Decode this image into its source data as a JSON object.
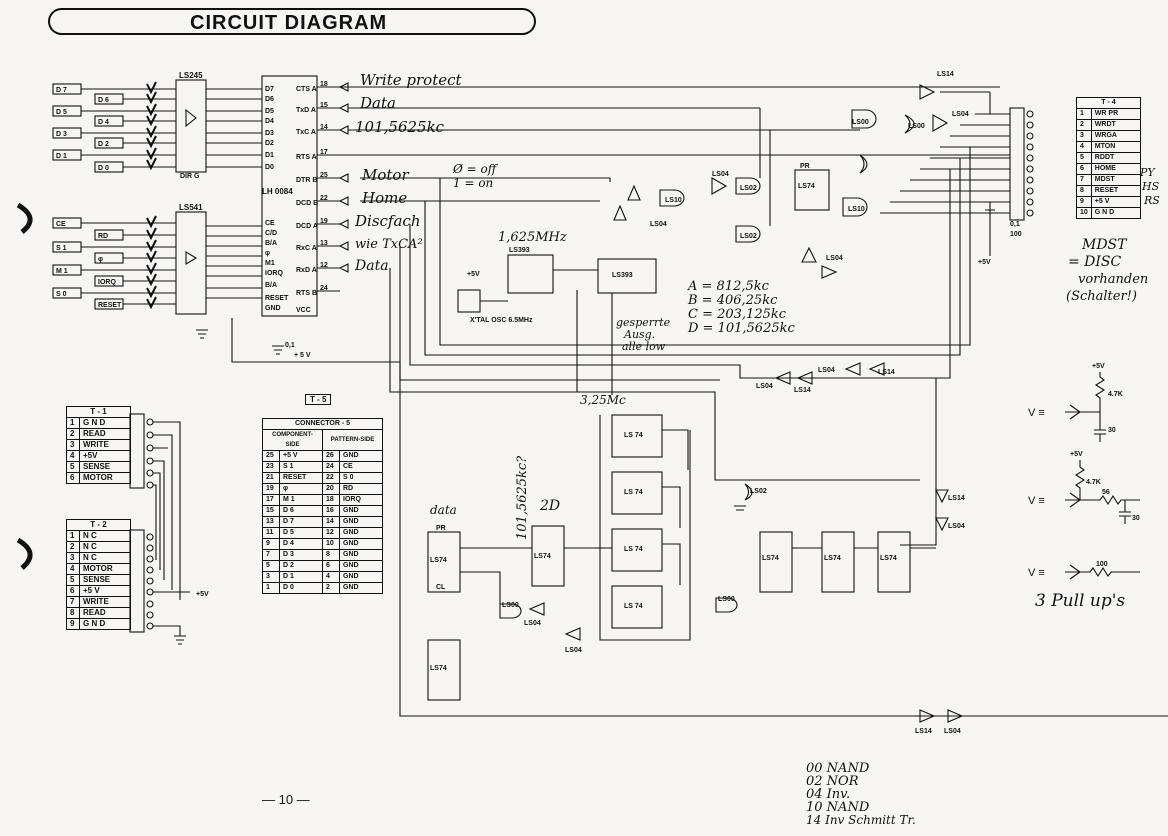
{
  "title": "CIRCUIT DIAGRAM",
  "page_number": "— 10 —",
  "input_signals": {
    "data_bus": [
      "D 7",
      "D 6",
      "D 5",
      "D 4",
      "D 3",
      "D 2",
      "D 1",
      "D 0"
    ],
    "control": [
      "CE",
      "RD",
      "S 1",
      "φ",
      "M 1",
      "IORQ",
      "S 0",
      "RESET"
    ]
  },
  "chips": {
    "ls245": "LS245",
    "ls245_dir": "DIR G",
    "ls541": "LS541",
    "main_ic": "LH 0084",
    "ls393_a": "LS393",
    "ls393_b": "LS393",
    "crystal": "X'TAL OSC 6.5MHz",
    "ls74": "LS 74",
    "ls74_top": "LS74",
    "flipflop_pr": "PR",
    "flipflop_cl": "CL",
    "ls00": "LS00",
    "ls02": "LS02",
    "ls04": "LS04",
    "ls10": "LS10",
    "ls14": "LS14"
  },
  "main_ic_pins_left": [
    "D7",
    "D6",
    "D5",
    "D4",
    "D3",
    "D2",
    "D1",
    "D0",
    "CE",
    "C/D",
    "B/A",
    "φ",
    "M1",
    "IORQ",
    "B/A",
    "RESET",
    "GND"
  ],
  "main_ic_pins_right": [
    "CTS A",
    "TxD A",
    "TxC A",
    "RTS A",
    "DTR B",
    "DCD B",
    "DCD A",
    "RxC A",
    "RxD A",
    "RTS B",
    "VCC"
  ],
  "pin_numbers_right": [
    "18",
    "15",
    "14",
    "17",
    "25",
    "22",
    "19",
    "13",
    "12",
    "24"
  ],
  "handwritten": {
    "write_protect": "Write protect",
    "data": "Data",
    "freq": "101,5625kc",
    "motor": "Motor",
    "motor_note_off": "Ø = off",
    "motor_note_on": "1 = on",
    "home": "Home",
    "discfach": "Discfach",
    "wie": "wie TxCA²",
    "data2": "Data",
    "mhz": "1,625MHz",
    "freq_a": "A = 812,5kc",
    "freq_b": "B = 406,25kc",
    "freq_c": "C = 203,125kc",
    "freq_d": "D = 101,5625kc",
    "gesperrte": "gesperrte",
    "ausg": "Ausg.",
    "alle_low": "alle low",
    "325": "3,25Mc",
    "data_label": "data",
    "vertical_freq": "101,5625kc?",
    "2d": "2D",
    "mdst": "MDST",
    "disc": "= DISC",
    "vorhanden": "vorhanden",
    "schalter": "(Schalter!)",
    "pyrs": "PY",
    "hs": "HS",
    "rs": "RS",
    "pullups": "3 Pull up's",
    "legend": [
      "00 NAND",
      "02 NOR",
      "04 Inv.",
      "10 NAND",
      "14 Inv Schmitt Tr."
    ]
  },
  "tables": {
    "t1": {
      "title": "T - 1",
      "rows": [
        [
          "1",
          "G N D"
        ],
        [
          "2",
          "READ"
        ],
        [
          "3",
          "WRITE"
        ],
        [
          "4",
          "+5V"
        ],
        [
          "5",
          "SENSE"
        ],
        [
          "6",
          "MOTOR"
        ]
      ]
    },
    "t2": {
      "title": "T - 2",
      "rows": [
        [
          "1",
          "N C"
        ],
        [
          "2",
          "N C"
        ],
        [
          "3",
          "N C"
        ],
        [
          "4",
          "MOTOR"
        ],
        [
          "5",
          "SENSE"
        ],
        [
          "6",
          "+5 V"
        ],
        [
          "7",
          "WRITE"
        ],
        [
          "8",
          "READ"
        ],
        [
          "9",
          "G N D"
        ]
      ]
    },
    "t4": {
      "title": "T - 4",
      "rows": [
        [
          "1",
          "WR PR"
        ],
        [
          "2",
          "WRDT"
        ],
        [
          "3",
          "WRGA"
        ],
        [
          "4",
          "MTON"
        ],
        [
          "5",
          "RDDT"
        ],
        [
          "6",
          "HOME"
        ],
        [
          "7",
          "MDST"
        ],
        [
          "8",
          "RESET"
        ],
        [
          "9",
          "+5 V"
        ],
        [
          "10",
          "G N D"
        ]
      ]
    },
    "t5": {
      "title": "T - 5"
    },
    "connector5": {
      "title": "CONNECTOR - 5",
      "headers": [
        "COMPONENT-SIDE",
        "PATTERN-SIDE"
      ],
      "rows": [
        [
          "25",
          "+5 V",
          "26",
          "GND"
        ],
        [
          "23",
          "S 1",
          "24",
          "CE"
        ],
        [
          "21",
          "RESET",
          "22",
          "S 0"
        ],
        [
          "19",
          "φ",
          "20",
          "RD"
        ],
        [
          "17",
          "M 1",
          "18",
          "IORQ"
        ],
        [
          "15",
          "D 6",
          "16",
          "GND"
        ],
        [
          "13",
          "D 7",
          "14",
          "GND"
        ],
        [
          "11",
          "D 5",
          "12",
          "GND"
        ],
        [
          "9",
          "D 4",
          "10",
          "GND"
        ],
        [
          "7",
          "D 3",
          "8",
          "GND"
        ],
        [
          "5",
          "D 2",
          "6",
          "GND"
        ],
        [
          "3",
          "D 1",
          "4",
          "GND"
        ],
        [
          "1",
          "D 0",
          "2",
          "GND"
        ]
      ]
    }
  },
  "misc_labels": {
    "plus5v": "+5V",
    "plus5v_b": "+ 5 V",
    "cap01": "0,1",
    "cap100": "100",
    "r47k": "4.7K",
    "r56": "56",
    "r100": "100",
    "cap30": "30",
    "v_eq": "V ≡"
  }
}
